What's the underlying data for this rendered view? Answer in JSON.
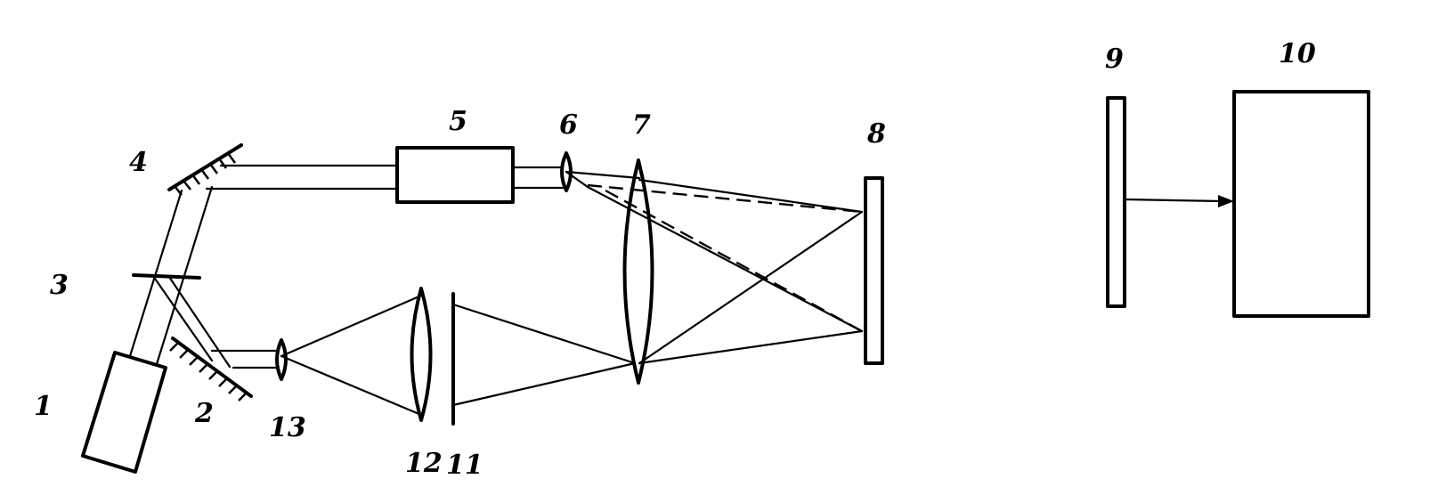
{
  "labels": {
    "l1": "1",
    "l2": "2",
    "l3": "3",
    "l4": "4",
    "l5": "5",
    "l6": "6",
    "l7": "7",
    "l8": "8",
    "l9": "9",
    "l10": "10",
    "l11": "11",
    "l12": "12",
    "l13": "13"
  },
  "colors": {
    "ink": "#000000",
    "background": "#ffffff"
  }
}
